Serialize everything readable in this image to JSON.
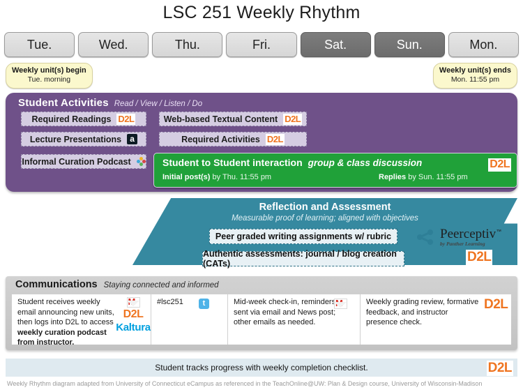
{
  "title": "LSC 251 Weekly Rhythm",
  "days": [
    {
      "label": "Tue.",
      "highlighted": false
    },
    {
      "label": "Wed.",
      "highlighted": false
    },
    {
      "label": "Thu.",
      "highlighted": false
    },
    {
      "label": "Fri.",
      "highlighted": false
    },
    {
      "label": "Sat.",
      "highlighted": true
    },
    {
      "label": "Sun.",
      "highlighted": true
    },
    {
      "label": "Mon.",
      "highlighted": false
    }
  ],
  "callouts": {
    "begin": {
      "title": "Weekly unit(s) begin",
      "sub": "Tue. morning"
    },
    "end": {
      "title": "Weekly unit(s) ends",
      "sub": "Mon. 11:55 pm"
    }
  },
  "student_activities": {
    "heading": "Student Activities",
    "subheading": "Read / View / Listen  / Do",
    "pills": [
      {
        "label": "Required Readings",
        "icon": "d2l-logo"
      },
      {
        "label": "Lecture Presentations",
        "icon": "amazon-a-icon"
      },
      {
        "label": "Informal Curation Podcast",
        "icon": "podcast-dots-icon"
      },
      {
        "label": "Web-based Textual Content",
        "icon": "d2l-logo"
      },
      {
        "label": "Required Activities",
        "icon": "d2l-logo"
      }
    ],
    "discussion": {
      "title": "Student to Student interaction",
      "subtitle": "group & class discussion",
      "initial_bold": "Initial post(s)",
      "initial_rest": " by Thu. 11:55 pm",
      "replies_bold": "Replies",
      "replies_rest": " by Sun. 11:55 pm",
      "badge": "D2L"
    }
  },
  "reflection": {
    "title": "Reflection and  Assessment",
    "subtitle": "Measurable proof of learning; aligned with objectives",
    "pills": [
      "Peer graded writing assignments w/ rubric",
      "Authentic assessments: journal / blog creation  (CATs)"
    ],
    "peerceptiv": {
      "name": "Peerceptiv",
      "tm": "™",
      "by": "by Panther Learning"
    },
    "badge": "D2L"
  },
  "communications": {
    "heading": "Communications",
    "subheading": "Staying connected and informed",
    "columns": [
      {
        "text_parts": [
          "Student  receives weekly email announcing new units, then logs into D2L to access ",
          "weekly curation podcast",
          " from instructor."
        ],
        "icons": [
          "gmail-icon",
          "d2l-logo",
          "kaltura-logo"
        ]
      },
      {
        "text_parts": [
          "#lsc251"
        ],
        "icons": [
          "twitter-icon"
        ]
      },
      {
        "text_parts": [
          "Mid-week check-in, reminders sent via email and News post; other emails as needed."
        ],
        "icons": [
          "gmail-icon"
        ]
      },
      {
        "text_parts": [
          "Weekly grading review, formative feedback, and instructor presence check."
        ],
        "icons": [
          "d2l-logo"
        ]
      }
    ],
    "kaltura_label": "Kaltura",
    "d2l_label": "D2L"
  },
  "checklist": {
    "text": "Student  tracks progress  with weekly completion checklist.",
    "badge": "D2L"
  },
  "footer": "Weekly Rhythm diagram adapted from University of Connecticut eCampus as referenced in the TeachOnline@UW: Plan & Design course, University of Wisconsin-Madison",
  "colors": {
    "student_activities_panel": "#6f5189",
    "discussion_green": "#20a139",
    "reflection_teal": "#3689a0",
    "communications_gray": "#c8c8c8",
    "checklist_blue": "#dfeaf0",
    "d2l_orange": "#ef7521",
    "callout_yellow": "#fbf8cd",
    "weekend_tab": "#757575"
  }
}
